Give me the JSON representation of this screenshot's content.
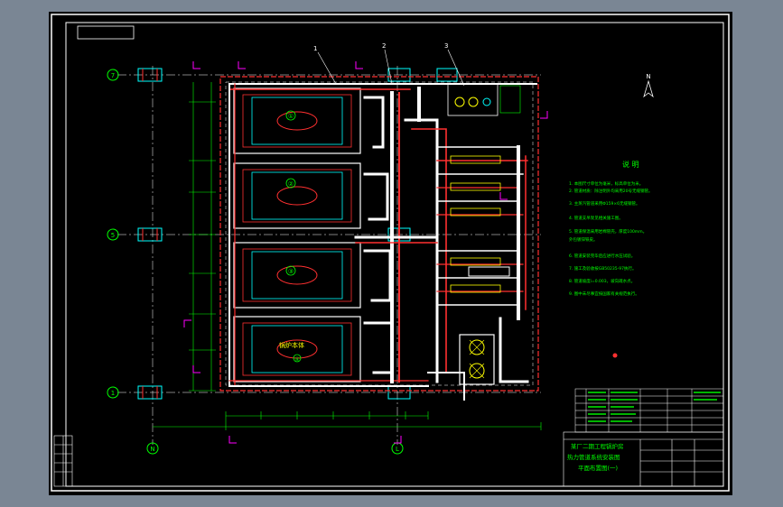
{
  "grid": {
    "rows": [
      "7",
      "5",
      "1"
    ],
    "cols": [
      "N",
      "L"
    ]
  },
  "units": [
    "①",
    "②",
    "③",
    "④"
  ],
  "leaders": [
    "1",
    "2",
    "3"
  ],
  "unit_label": "锅炉本体",
  "notes": {
    "heading": "说  明",
    "lines": [
      "1. 本图尺寸单位为毫米，标高单位为米。",
      "2. 管道材质：除注明外均采用20号无缝钢管。",
      "3. 主蒸汽管道采用Φ159×6无缝钢管。",
      "4. 管道支吊架见相关施工图。",
      "5. 管道保温采用岩棉管壳，厚度100mm。",
      "   外包镀锌铁皮。",
      "6. 管道安装完毕后应进行水压试验。",
      "7. 施工及验收按GB50235-97执行。",
      "8. 管道坡度i=0.003，坡向疏水点。",
      "9. 图中未尽事宜按国家有关规范执行。"
    ]
  },
  "title_block": {
    "line1": "某厂二期工程锅炉房",
    "line2": "热力管道系统安装图",
    "line3": "平面布置图(一)"
  },
  "north": "N",
  "colors": {
    "background": "#000000",
    "frame": "#ffffff",
    "border": "#00ffff",
    "pipe_red": "#ff3030",
    "pipe_white": "#ffffff",
    "dim_green": "#00ff00",
    "grid_line": "#ffffff",
    "magenta": "#ff00ff",
    "yellow": "#ffff00"
  }
}
